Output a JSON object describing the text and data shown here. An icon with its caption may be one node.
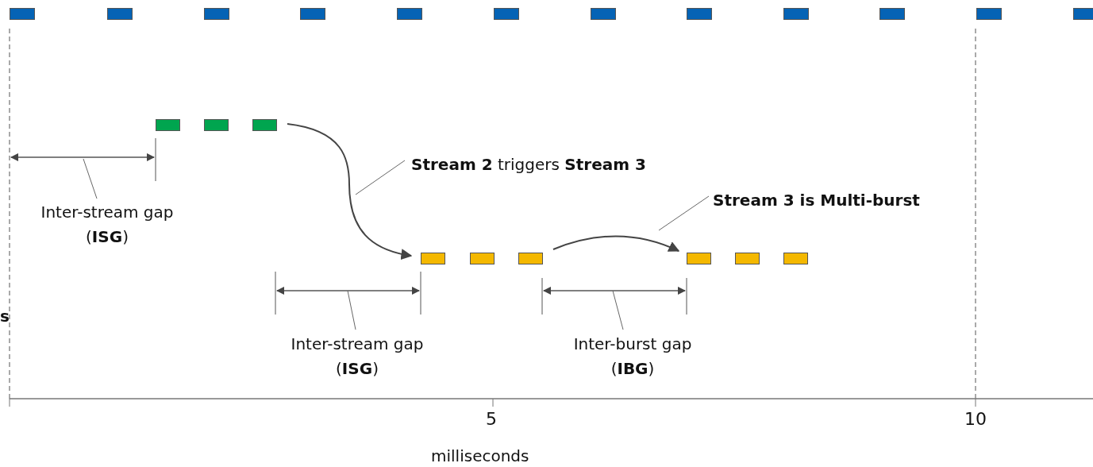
{
  "diagram": {
    "nodes": [
      {
        "text": [],
        "shape": "bar"
      },
      {
        "text": [],
        "shape": "bar"
      },
      {
        "text": [],
        "shape": "bar"
      },
      {
        "text": [],
        "shape": "bar"
      },
      {
        "text": [],
        "shape": "bar"
      },
      {
        "text": [],
        "shape": "bar"
      },
      {
        "text": [],
        "shape": "bar"
      },
      {
        "text": [],
        "shape": "bar"
      },
      {
        "text": [],
        "shape": "bar"
      },
      {
        "text": [],
        "shape": "bar"
      },
      {
        "text": [],
        "shape": "bar"
      },
      {
        "text": [],
        "shape": "bar"
      },
      {
        "text": [],
        "shape": "bar"
      },
      {
        "text": [],
        "shape": "bar"
      },
      {
        "text": [],
        "shape": "bar"
      },
      {
        "text": [],
        "shape": "bar"
      },
      {
        "text": [],
        "shape": "bar"
      },
      {
        "text": [],
        "shape": "bar"
      },
      {
        "text": [],
        "shape": "bar"
      },
      {
        "text": [],
        "shape": "bar"
      },
      {
        "text": [],
        "shape": "bar"
      },
      {
        "text": [
          "Inter-stream gap",
          "(**ISG**)"
        ]
      },
      {
        "text": [
          "**Stream 2** triggers **Stream 3**"
        ]
      },
      {
        "text": [
          "Stream 3 is Multi-burst"
        ]
      },
      {
        "text": [
          "Inter-stream gap",
          "(**ISG**)"
        ]
      },
      {
        "text": [
          "Inter-burst gap",
          "(**IBG**)"
        ]
      }
    ],
    "edges": [
      {
        "from": 14,
        "to": 15,
        "arrow": "to"
      },
      {
        "from": 17,
        "to": 18,
        "arrow": "to"
      },
      {
        "from": 21,
        "to": null,
        "arrow": "none"
      },
      {
        "from": 22,
        "to": null,
        "arrow": "none"
      },
      {
        "from": 23,
        "to": null,
        "arrow": "none"
      },
      {
        "from": 24,
        "to": null,
        "arrow": "none"
      },
      {
        "from": 25,
        "to": null,
        "arrow": "none"
      }
    ],
    "labels": [
      "s",
      "5",
      "10",
      "milliseconds"
    ]
  }
}
